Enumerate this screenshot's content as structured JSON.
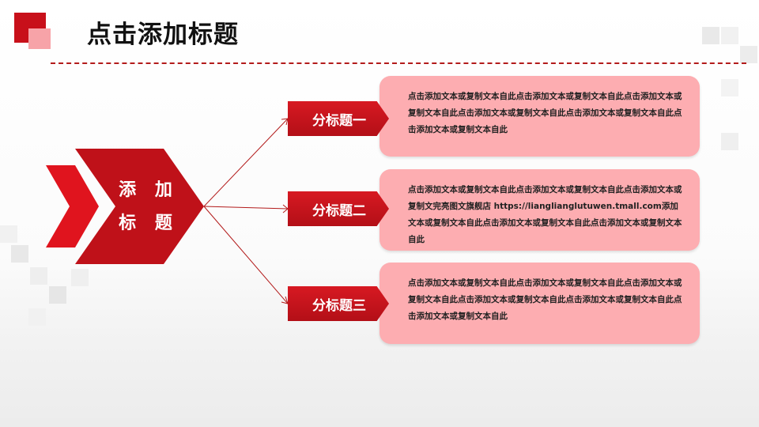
{
  "title": "点击添加标题",
  "main": {
    "line1": "添 加",
    "line2": "标 题"
  },
  "items": [
    {
      "label": "分标题一",
      "text": "点击添加文本或复制文本自此点击添加文本或复制文本自此点击添加文本或复制文本自此点击添加文本或复制文本自此点击添加文本或复制文本自此点击添加文本或复制文本自此"
    },
    {
      "label": "分标题二",
      "text": "点击添加文本或复制文本自此点击添加文本或复制文本自此点击添加文本或复制文完亮图文旗舰店 https://lianglianglutuwen.tmall.com添加文本或复制文本自此点击添加文本或复制文本自此点击添加文本或复制文本自此"
    },
    {
      "label": "分标题三",
      "text": "点击添加文本或复制文本自此点击添加文本或复制文本自此点击添加文本或复制文本自此点击添加文本或复制文本自此点击添加文本或复制文本自此点击添加文本或复制文本自此"
    }
  ],
  "colors": {
    "accent": "#c8101a",
    "box": "#fdadb1",
    "light_accent": "#f7a3a8"
  }
}
